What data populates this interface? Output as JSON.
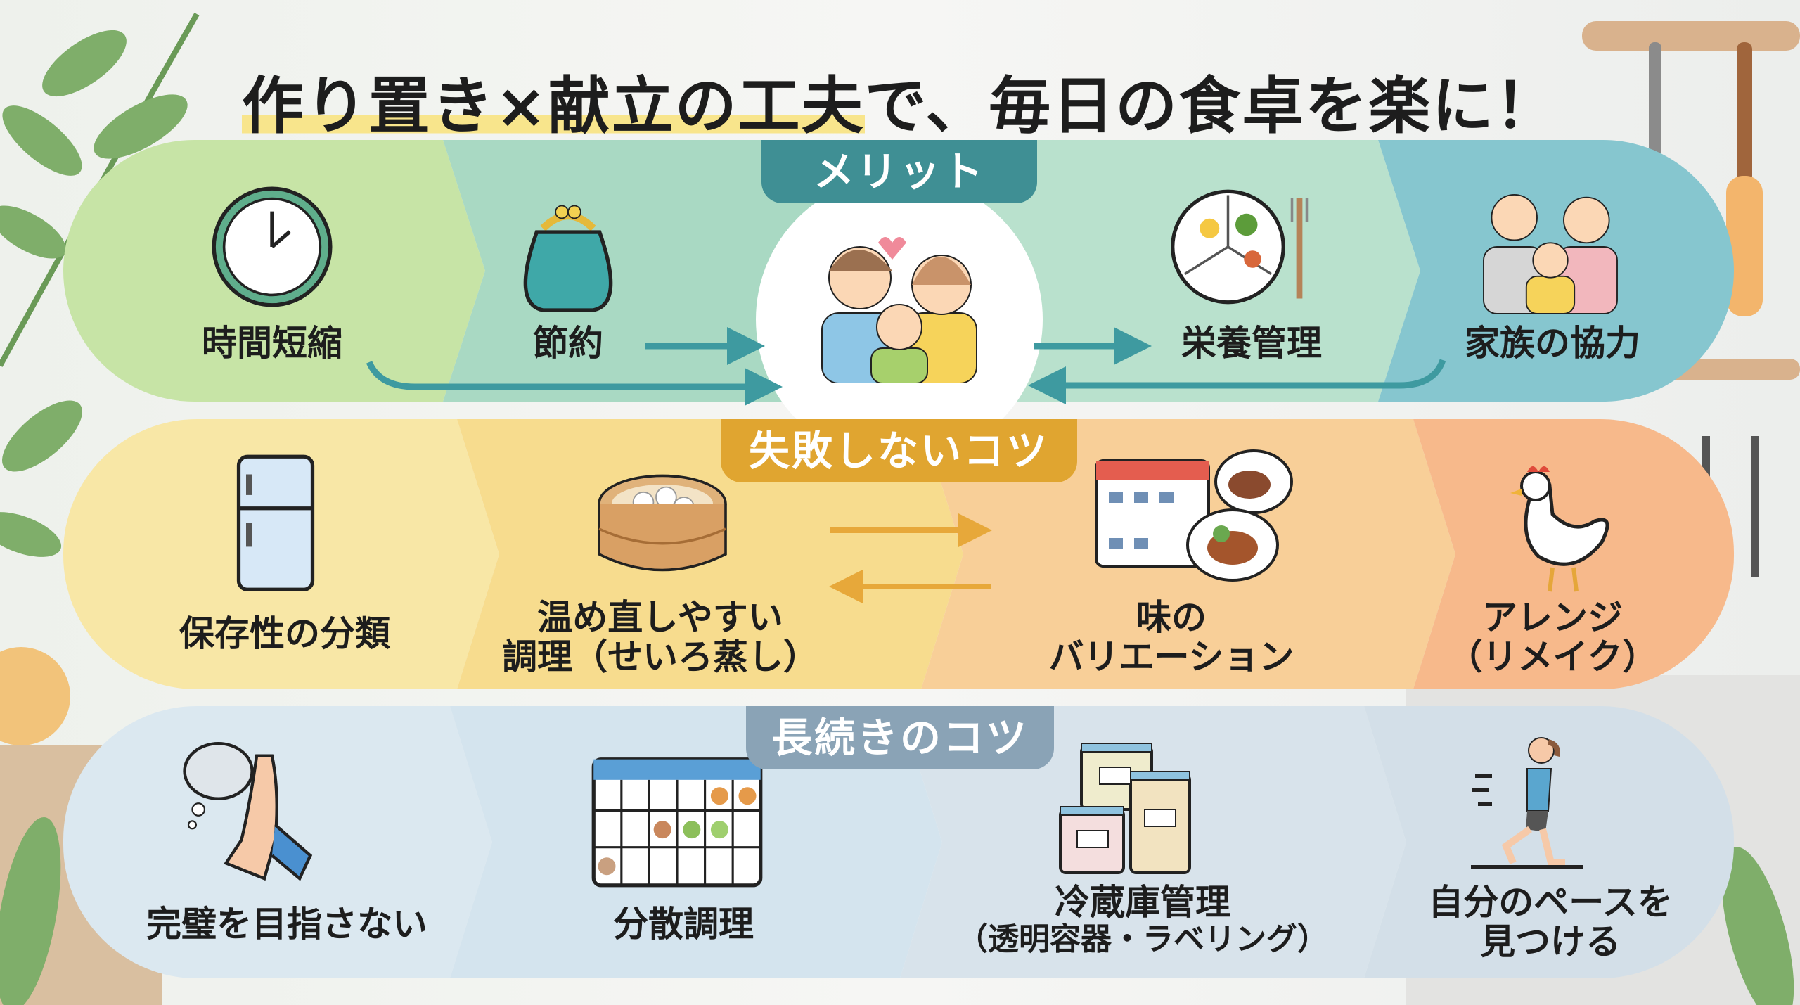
{
  "title": {
    "highlight": "作り置き×献立の工夫",
    "rest": "で、毎日の食卓を楽に！"
  },
  "merit": {
    "tag": "メリット",
    "items": [
      {
        "label": "時間短縮",
        "icon": "clock-icon"
      },
      {
        "label": "節約",
        "icon": "coin-purse-icon"
      },
      {
        "label": "",
        "icon": "happy-family-icon"
      },
      {
        "label": "栄養管理",
        "icon": "balanced-plate-icon"
      },
      {
        "label": "家族の協力",
        "icon": "family-icon"
      }
    ]
  },
  "tips": {
    "tag": "失敗しないコツ",
    "items": [
      {
        "lines": [
          "保存性の分類"
        ],
        "icon": "refrigerator-icon"
      },
      {
        "lines": [
          "温め直しやすい",
          "調理（せいろ蒸し）"
        ],
        "icon": "steamer-basket-icon"
      },
      {
        "lines": [
          "味の",
          "バリエーション"
        ],
        "icon": "calendar-dishes-icon"
      },
      {
        "lines": [
          "アレンジ",
          "（リメイク）"
        ],
        "icon": "chicken-icon"
      }
    ]
  },
  "longterm": {
    "tag": "長続きのコツ",
    "items": [
      {
        "lines": [
          "完璧を目指さない"
        ],
        "icon": "relaxed-hands-icon"
      },
      {
        "lines": [
          "分散調理"
        ],
        "icon": "meal-calendar-icon"
      },
      {
        "lines": [
          "冷蔵庫管理",
          "（透明容器・ラベリング）"
        ],
        "icon": "labeled-containers-icon"
      },
      {
        "lines": [
          "自分のペースを",
          "見つける"
        ],
        "icon": "runner-icon"
      }
    ]
  },
  "colors": {
    "merit_tag": "#3f8f94",
    "tips_tag": "#e0a530",
    "longterm_tag": "#8aa3b6",
    "arrow_teal": "#3e9aa0",
    "arrow_orange": "#e7a83a"
  }
}
